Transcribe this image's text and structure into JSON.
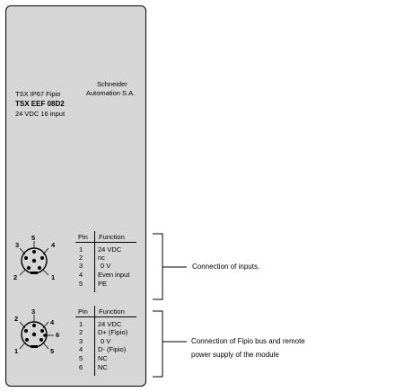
{
  "module": {
    "line1": "TSX IP67 Fipio",
    "line2": "TSX EEF 08D2",
    "line3": "24 VDC 16 input",
    "brand_line1": "Schneider",
    "brand_line2": "Automation S.A."
  },
  "inputs_connector": {
    "pin_labels": {
      "top": "5",
      "upper_left": "3",
      "upper_right": "4",
      "lower_left": "2",
      "lower_right": "1"
    },
    "header_pin": "Pin",
    "header_function": "Function",
    "rows": [
      {
        "pin": "1",
        "function": "24 VDC"
      },
      {
        "pin": "2",
        "function": "nc"
      },
      {
        "pin": "3",
        "function": "0 V"
      },
      {
        "pin": "4",
        "function": "Even input"
      },
      {
        "pin": "5",
        "function": "PE"
      }
    ]
  },
  "fipio_connector": {
    "pin_labels": {
      "top": "3",
      "upper_left": "2",
      "right": "6",
      "upper_right": "4",
      "lower_left": "1",
      "lower_right": "5"
    },
    "header_pin": "Pin",
    "header_function": "Function",
    "rows": [
      {
        "pin": "1",
        "function": "24 VDC"
      },
      {
        "pin": "2",
        "function": "D+ (Fipio)"
      },
      {
        "pin": "3",
        "function": "0 V"
      },
      {
        "pin": "4",
        "function": "D- (Fipio)"
      },
      {
        "pin": "5",
        "function": "NC"
      },
      {
        "pin": "6",
        "function": "NC"
      }
    ]
  },
  "callouts": {
    "inputs": "Connection of inputs.",
    "fipio_line1": "Connection of Fipio bus and remote",
    "fipio_line2": "power supply of the module"
  }
}
